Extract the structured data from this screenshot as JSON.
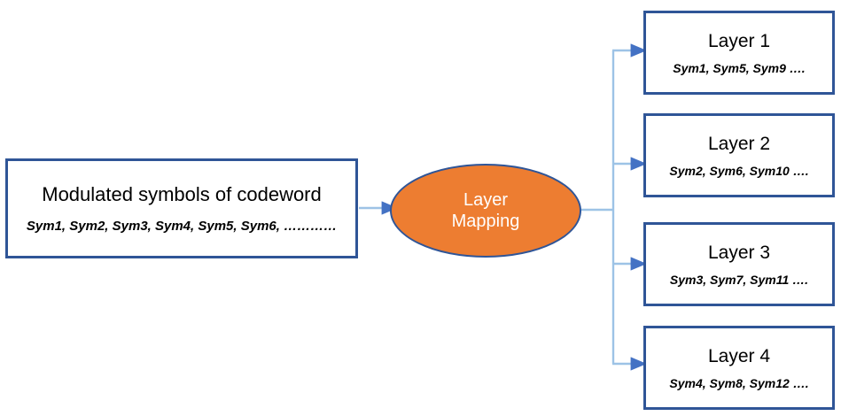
{
  "diagram": {
    "title": "Layer Mapping",
    "colors": {
      "box_border": "#2F5597",
      "ellipse_fill": "#ED7D31",
      "ellipse_border": "#2F5597",
      "connector_line": "#9DC3E6",
      "arrow_head": "#4472C4",
      "text": "#000000",
      "ellipse_text": "#FFFFFF",
      "background": "#FFFFFF"
    },
    "source": {
      "title": "Modulated symbols of codeword",
      "symbols": "Sym1, Sym2, Sym3, Sym4, Sym5,  Sym6, …………"
    },
    "process": {
      "label": "Layer\nMapping"
    },
    "layers": [
      {
        "title": "Layer 1",
        "symbols": "Sym1, Sym5, Sym9 …."
      },
      {
        "title": "Layer 2",
        "symbols": "Sym2, Sym6, Sym10 …."
      },
      {
        "title": "Layer 3",
        "symbols": "Sym3, Sym7, Sym11 …."
      },
      {
        "title": "Layer 4",
        "symbols": "Sym4, Sym8, Sym12 …."
      }
    ]
  }
}
